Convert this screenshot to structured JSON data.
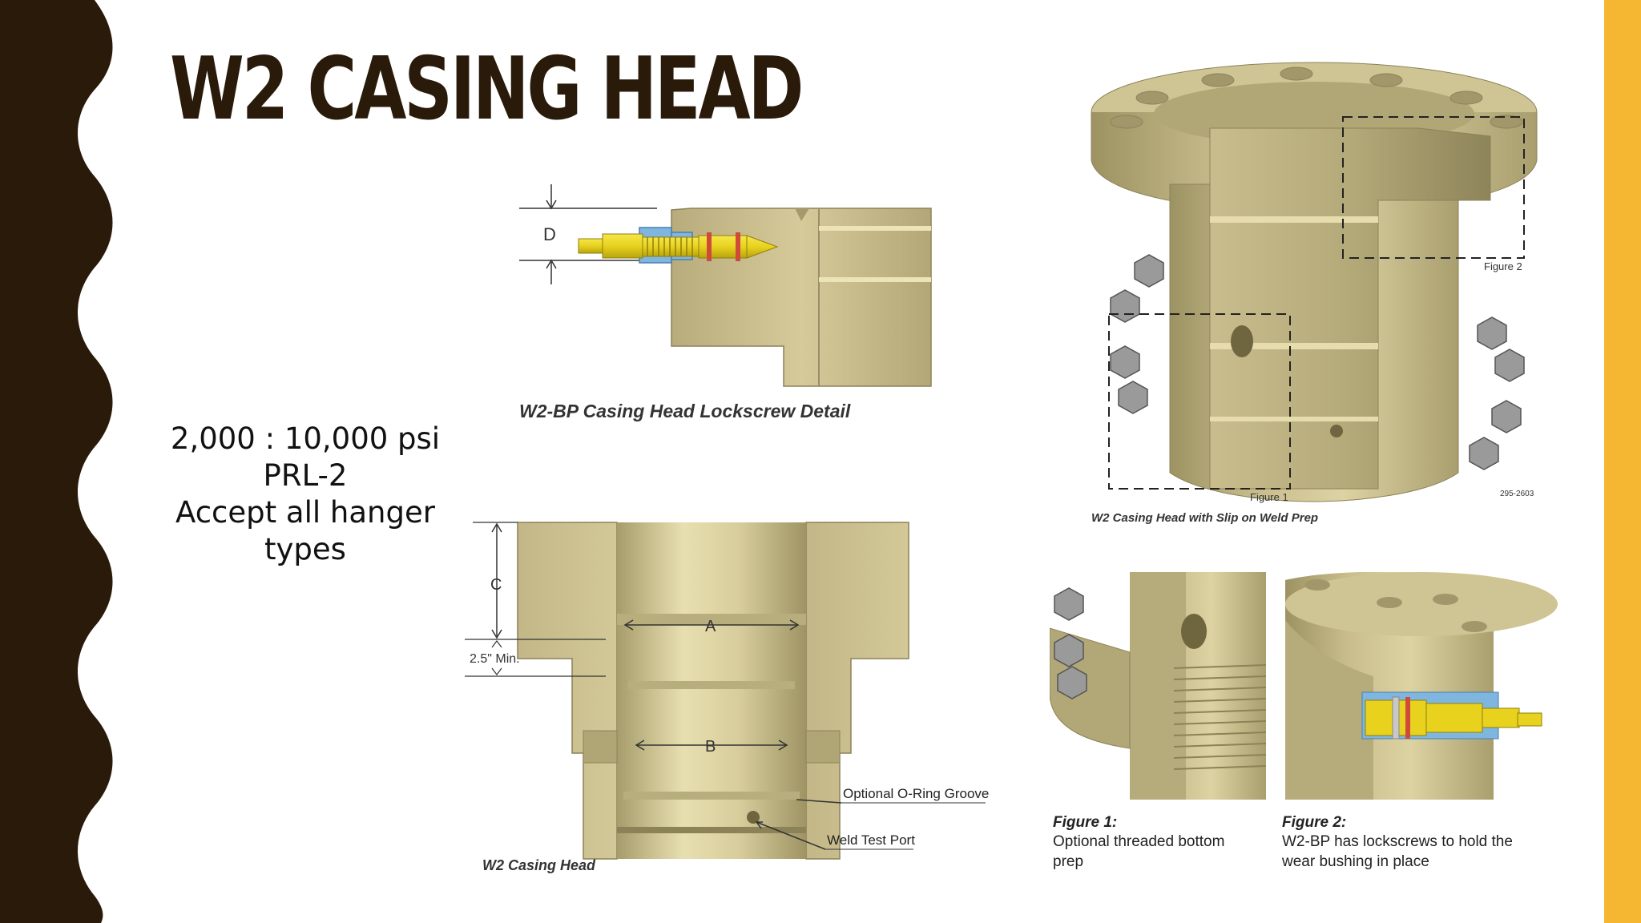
{
  "slide": {
    "title": "W2 CASING HEAD",
    "specs": [
      "2,000 : 10,000 psi",
      "PRL-2",
      "Accept all hanger",
      "types"
    ],
    "colors": {
      "left_band": "#2a1a0a",
      "right_band": "#f5b731",
      "metal": "#c9bd8d",
      "metal_dark": "#a59a6c",
      "lockscrew": "#e8d21e",
      "seal_blue": "#7fb6e0"
    }
  },
  "lockscrew_detail": {
    "dimension_label": "D",
    "caption": "W2-BP Casing Head Lockscrew Detail"
  },
  "casing_head_section": {
    "dim_c": "C",
    "dim_min": "2.5\" Min.",
    "bore_a": "A",
    "bore_b": "B",
    "callout_groove": "Optional O-Ring Groove",
    "callout_port": "Weld Test Port",
    "caption": "W2 Casing Head"
  },
  "iso_view": {
    "figure2_tag": "Figure 2",
    "figure1_tag": "Figure 1",
    "drawing_number": "295-2603",
    "caption": "W2 Casing Head with Slip on Weld Prep"
  },
  "figure1": {
    "title": "Figure 1:",
    "text": "Optional threaded bottom prep"
  },
  "figure2": {
    "title": "Figure 2:",
    "text": "W2-BP  has lockscrews to hold the wear bushing in place"
  }
}
